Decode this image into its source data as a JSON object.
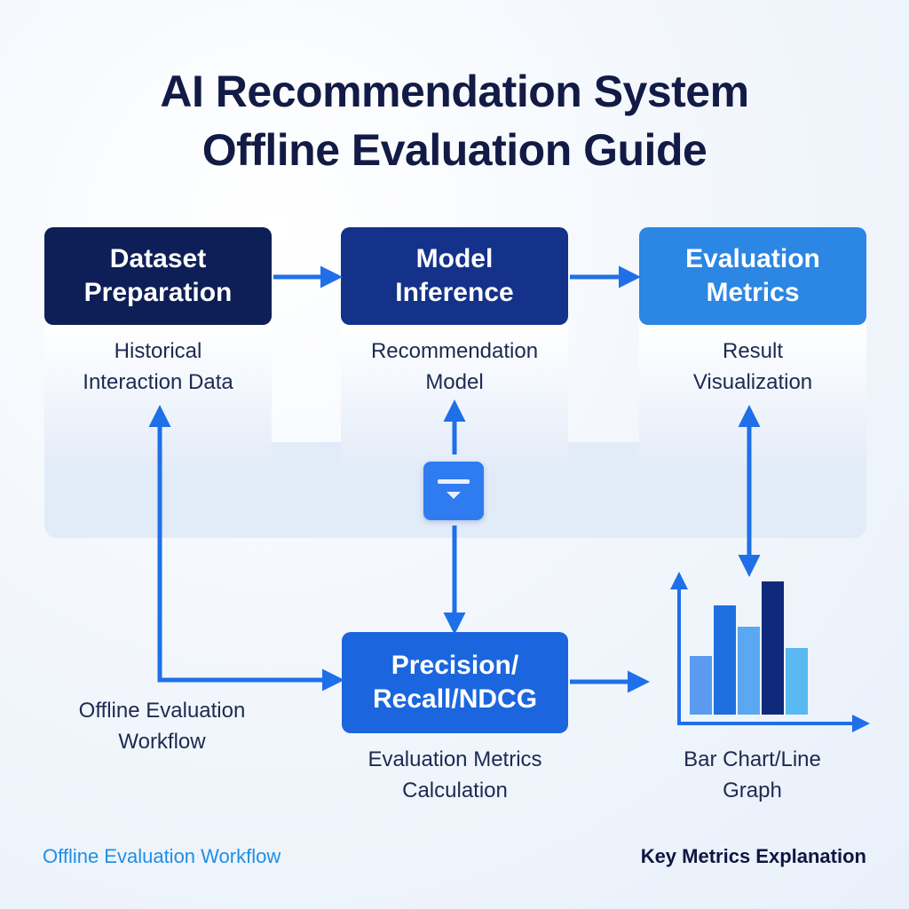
{
  "title": {
    "line1": "AI Recommendation System",
    "line2": "Offline Evaluation Guide"
  },
  "steps": {
    "dataset": {
      "line1": "Dataset",
      "line2": "Preparation",
      "desc_line1": "Historical",
      "desc_line2": "Interaction Data"
    },
    "model": {
      "line1": "Model",
      "line2": "Inference",
      "desc_line1": "Recommendation",
      "desc_line2": "Model"
    },
    "metrics": {
      "line1": "Evaluation",
      "line2": "Metrics",
      "desc_line1": "Result",
      "desc_line2": "Visualization"
    },
    "precision": {
      "line1": "Precision/",
      "line2": "Recall/NDCG",
      "desc_line1": "Evaluation Metrics",
      "desc_line2": "Calculation"
    }
  },
  "side_label": {
    "line1": "Offline Evaluation",
    "line2": "Workflow"
  },
  "chart_caption": {
    "line1": "Bar Chart/Line",
    "line2": "Graph"
  },
  "footer": {
    "left": "Offline Evaluation Workflow",
    "right": "Key Metrics Explanation"
  },
  "icons": {
    "connector": "data-connector-icon",
    "chart": "bar-chart-icon"
  },
  "colors": {
    "arrow": "#1f6fe8",
    "dataset_box": "#0e1f57",
    "model_box": "#14328a",
    "metrics_box": "#2b86e4",
    "precision_box": "#1b66de",
    "footer_left": "#1e8fe6"
  },
  "chart_icon_bars": [
    {
      "level": 0.44,
      "color": "#5a9bf0"
    },
    {
      "level": 0.82,
      "color": "#1e6fe0"
    },
    {
      "level": 0.66,
      "color": "#5aa8f2"
    },
    {
      "level": 1.0,
      "color": "#0f2a7a"
    },
    {
      "level": 0.5,
      "color": "#5ab8f2"
    }
  ]
}
